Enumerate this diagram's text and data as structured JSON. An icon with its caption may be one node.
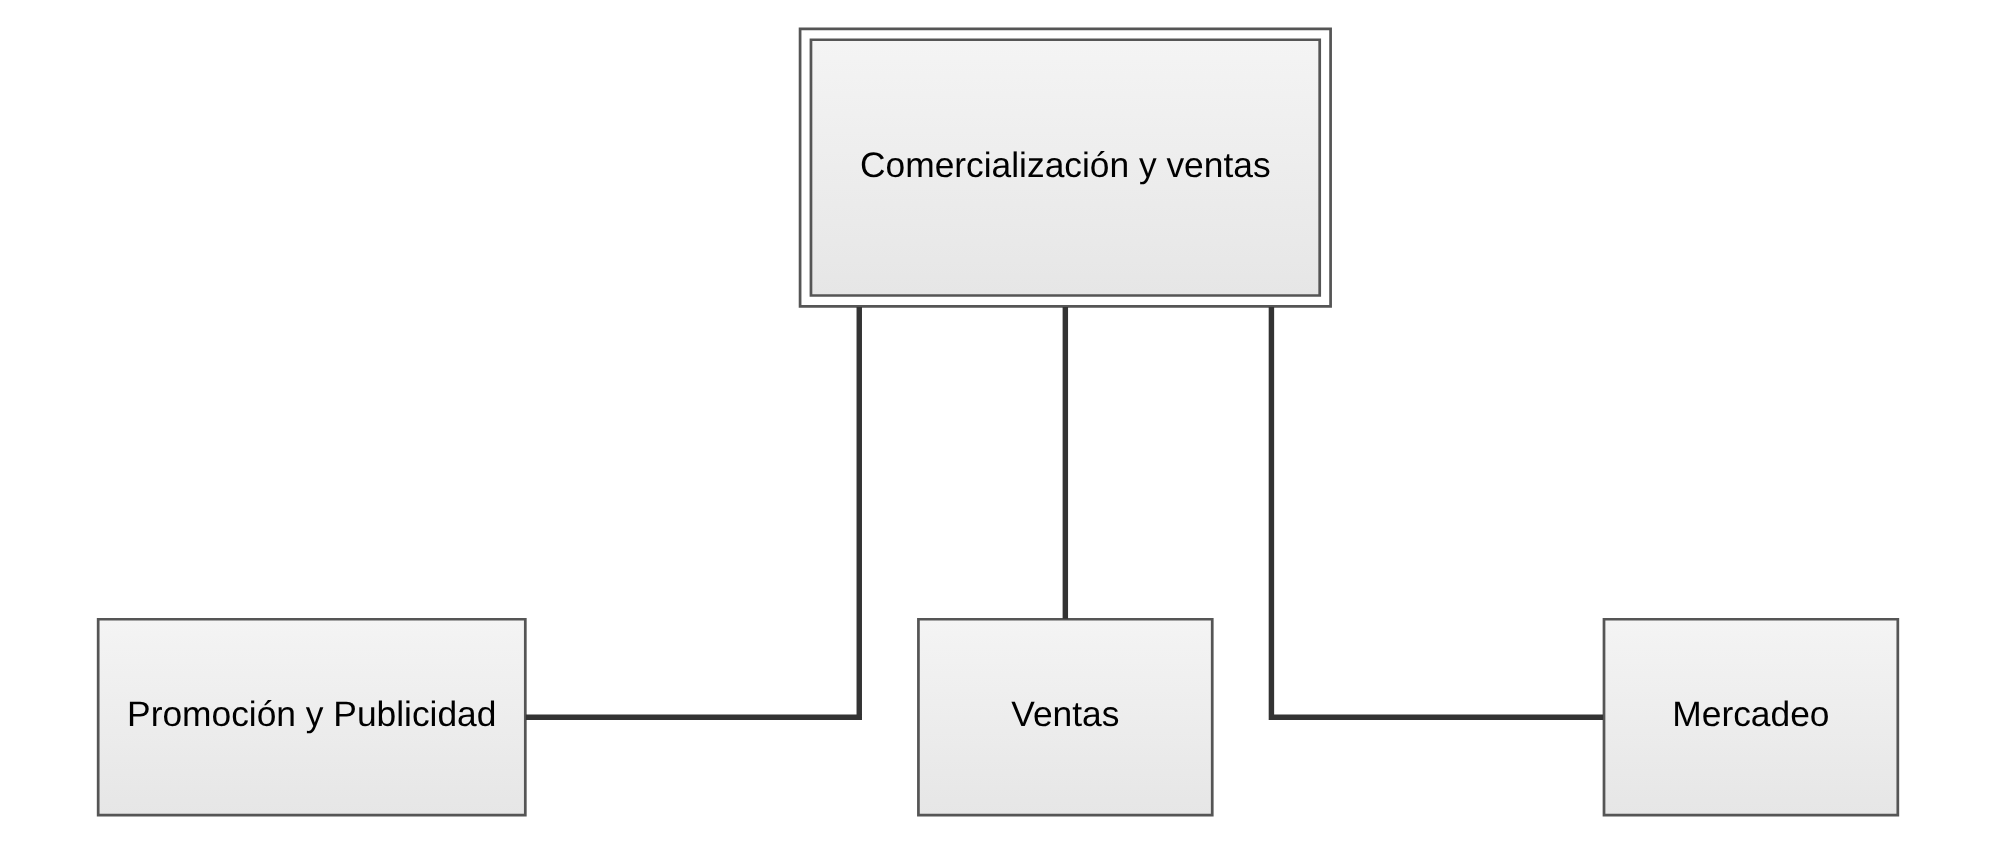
{
  "diagram": {
    "nodes": [
      {
        "text": [
          "Comercialización y ventas"
        ]
      },
      {
        "text": [
          "Promoción y Publicidad"
        ]
      },
      {
        "text": [
          "Ventas"
        ]
      },
      {
        "text": [
          "Mercadeo"
        ]
      }
    ],
    "edges": [
      {
        "from": 0,
        "to": 1,
        "arrow": "none"
      },
      {
        "from": 0,
        "to": 2,
        "arrow": "none"
      },
      {
        "from": 0,
        "to": 3,
        "arrow": "none"
      }
    ]
  }
}
